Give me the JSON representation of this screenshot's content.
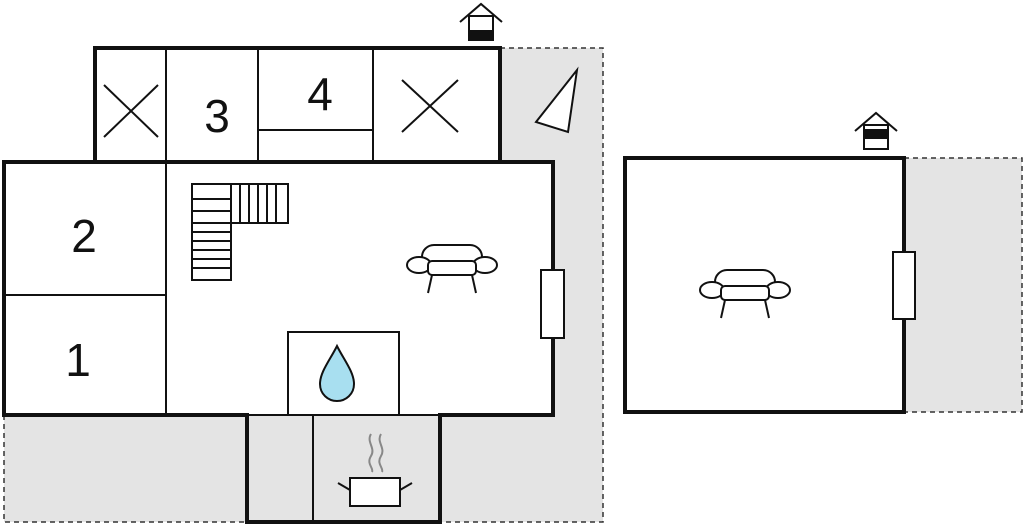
{
  "rooms": [
    {
      "id": "room-1",
      "label": "1"
    },
    {
      "id": "room-2",
      "label": "2"
    },
    {
      "id": "room-3",
      "label": "3"
    },
    {
      "id": "room-4",
      "label": "4"
    }
  ],
  "icons": {
    "entrance": "house-entrance-icon",
    "sofa": "sofa-icon",
    "stairs": "staircase-icon",
    "water": "water-drop-icon",
    "kitchen": "cooking-pot-icon",
    "window": "window-icon",
    "compass": "compass-icon"
  },
  "colors": {
    "wall": "#111111",
    "outdoor": "#e4e4e4",
    "water": "#a8dff0"
  }
}
